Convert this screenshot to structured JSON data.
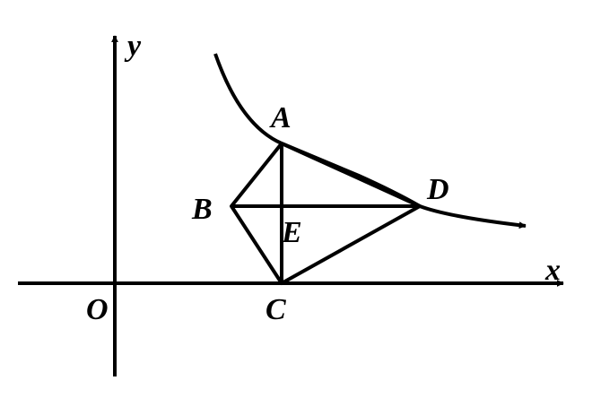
{
  "labels": {
    "y_axis": "y",
    "x_axis": "x",
    "origin": "O",
    "A": "A",
    "B": "B",
    "C": "C",
    "D": "D",
    "E": "E"
  },
  "colors": {
    "stroke": "#000000",
    "background": "#ffffff"
  }
}
